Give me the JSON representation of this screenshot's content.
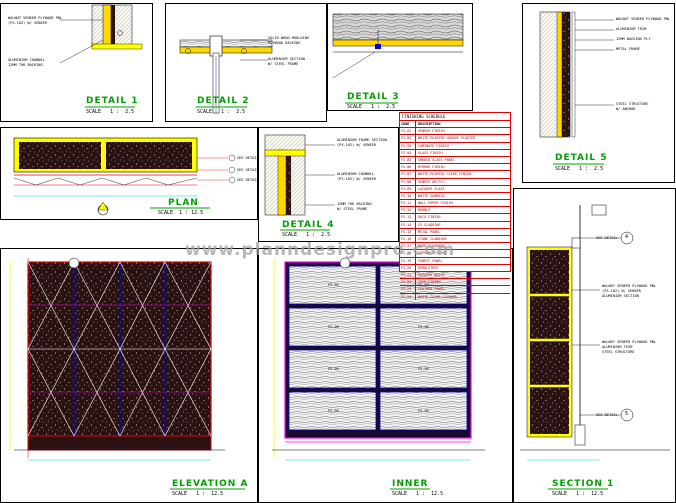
{
  "drawing": {
    "watermark": "www.planndesignpro.com",
    "panels": [
      {
        "id": "detail-1",
        "title": "DETAIL 1",
        "scale_label": "SCALE",
        "scale_sep": "1 :",
        "scale_value": "2.5"
      },
      {
        "id": "detail-2",
        "title": "DETAIL 2",
        "scale_label": "SCALE",
        "scale_sep": "1 :",
        "scale_value": "2.5"
      },
      {
        "id": "detail-3",
        "title": "DETAIL 3",
        "scale_label": "SCALE",
        "scale_sep": "1 :",
        "scale_value": "2.5"
      },
      {
        "id": "detail-5",
        "title": "DETAIL 5",
        "scale_label": "SCALE",
        "scale_sep": "1 :",
        "scale_value": "2.5"
      },
      {
        "id": "plan",
        "title": "PLAN",
        "scale_label": "SCALE",
        "scale_sep": "1 :",
        "scale_value": "12.5"
      },
      {
        "id": "detail-4",
        "title": "DETAIL 4",
        "scale_label": "SCALE",
        "scale_sep": "1 :",
        "scale_value": "2.5"
      },
      {
        "id": "elevation-a",
        "title": "ELEVATION A",
        "scale_label": "SCALE",
        "scale_sep": "1 :",
        "scale_value": "12.5"
      },
      {
        "id": "inner",
        "title": "INNER",
        "scale_label": "SCALE",
        "scale_sep": "1 :",
        "scale_value": "12.5"
      },
      {
        "id": "section-1",
        "title": "SECTION 1",
        "scale_label": "SCALE",
        "scale_sep": "1 :",
        "scale_value": "12.5"
      }
    ],
    "schedule": {
      "title": "FINISHING SCHEDULE",
      "header": [
        "CODE",
        "DESCRIPTION"
      ],
      "rows": [
        [
          "FS-01",
          "VENEER FINISH"
        ],
        [
          "FS-02",
          "WHITE PAINTED GROOVE PLASTER"
        ],
        [
          "FS-03",
          "LAMINATE FINISH"
        ],
        [
          "FS-04",
          "GLASS FINISH"
        ],
        [
          "FS-05",
          "SMOKED GLASS PANEL"
        ],
        [
          "FS-06",
          "MIRROR FINISH"
        ],
        [
          "FS-07",
          "WHITE PAINTED CLEAR FINISH"
        ],
        [
          "FS-08",
          "VENEER ON PLY"
        ],
        [
          "FS-09",
          "LACQUER GLASS"
        ],
        [
          "FS-10",
          "WHITE SUNMICA"
        ],
        [
          "FS-11",
          "WALL PAPER FINISH"
        ],
        [
          "FS-12",
          "MARBLE"
        ],
        [
          "FS-13",
          "DUCO FINISH"
        ],
        [
          "FS-14",
          "SS CLADDING"
        ],
        [
          "FS-15",
          "METAL PANEL"
        ],
        [
          "FS-16",
          "STONE CLADDING"
        ],
        [
          "FS-17",
          "WOOD FLOORING"
        ],
        [
          "FS-18",
          "GYPSUM CEILING"
        ],
        [
          "FS-19",
          "FABRIC PANEL"
        ],
        [
          "FS-20",
          "UPHOLSTERY"
        ],
        [
          "FS-21",
          "EXPOSED BRICK"
        ],
        [
          "FS-22",
          "TILE FINISH"
        ],
        [
          "FS-23",
          "LEATHER PANEL"
        ],
        [
          "FS-24",
          "WHITE CLEAR LACQUER"
        ]
      ]
    },
    "notes": {
      "d1_a": "WALNUT VENEER PLYWOOD PNL",
      "d1_b": "(PX-102) W/ VENEER",
      "d1_c": "ALUMINIUM CHANNEL",
      "d1_d": "12MM THK BACKING",
      "d2_a": "SOLID WOOD MOULDING",
      "d2_b": "PLYWOOD BACKING",
      "d2_c": "ALUMINIUM SECTION",
      "d2_d": "W/ STEEL FRAME",
      "d5_a": "WALNUT VENEER PLYWOOD PNL",
      "d5_b": "ALUMINIUM TRIM",
      "d5_c": "12MM BACKING PLY",
      "d5_d": "METAL FRAME",
      "d5_e": "STEEL STRUCTURE",
      "d5_f": "W/ ANCHOR",
      "d4_a": "ALUMINIUM FRAME SECTION",
      "d4_b": "(PX-102) W/ VENEER",
      "d4_c": "ALUMINIUM CHANNEL",
      "d4_d": "(PX-102) W/ VENEER",
      "d4_e": "12MM THK BACKING",
      "d4_f": "W/ STEEL FRAME",
      "sec_a": "SEE DETAIL",
      "sec_b": "WALNUT VENEER PLYWOOD PNL",
      "sec_c": "(PX-102) W/ VENEER",
      "sec_d": "ALUMINIUM SECTION",
      "sec_e": "WALNUT VENEER PLYWOOD PNL",
      "sec_f": "SEE DETAIL",
      "sec_g": "ALUMINIUM TRIM",
      "sec_h": "STEEL STRUCTURE",
      "plan_a": "SEE DETAIL",
      "plan_b": "SEE DETAIL",
      "plan_c": "SEE DETAIL"
    },
    "callouts": {
      "d1": "1",
      "d2": "2",
      "d3": "3",
      "d4": "4",
      "d5": "5"
    },
    "colors": {
      "title": "#00a000",
      "panel": "#3a1a1a",
      "frame": "#ffff00",
      "red": "#e00000",
      "blue": "#0000cc",
      "magenta": "#ff00ff",
      "cyan": "#00cccc"
    },
    "inner_tags": [
      "FS-05",
      "FS-05",
      "FS-05",
      "FS-05",
      "FS-05",
      "FS-05",
      "FS-05",
      "FS-05"
    ]
  }
}
